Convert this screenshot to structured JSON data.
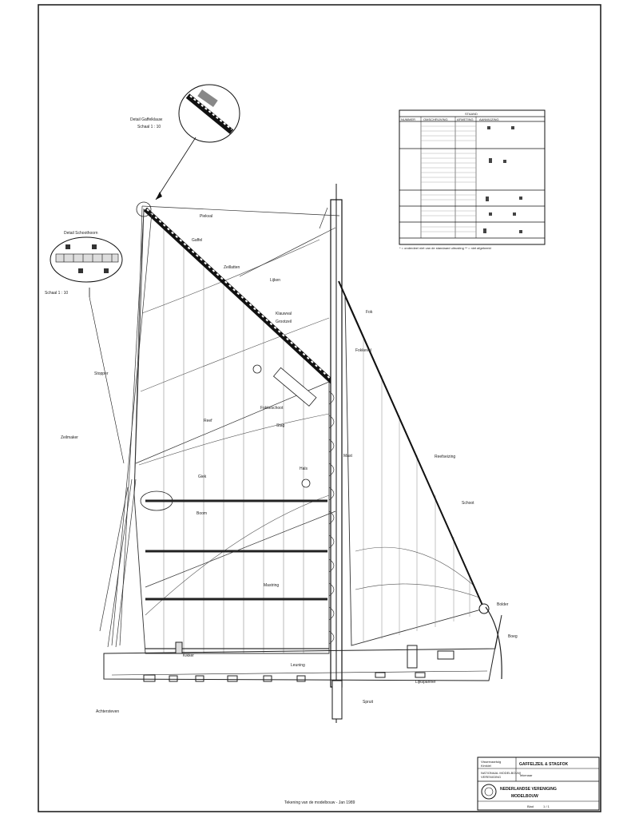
{
  "detail_top": {
    "title": "Detail Gaffelklauw",
    "scale": "Schaal 1 : 10"
  },
  "detail_left": {
    "title": "Detail Schoothoorn",
    "scale": "Schaal 1 : 10"
  },
  "legend_table": {
    "header": "STAAND",
    "columns": [
      "NUMMER",
      "OMSCHRIJVING",
      "AFMETING",
      "AANWIJZING"
    ],
    "footnote": "* = onderdeel niet van de standaard uitrusting ** = niet afgebeeld"
  },
  "labels": {
    "piekval": "Piekval",
    "gaffel": "Gaffel",
    "zeillatten": "Zeillatten",
    "lijken": "Lijken",
    "klauwval": "Klauwval",
    "grootzeil": "Grootzeil",
    "fok": "Fok",
    "fokkeval": "Fokkeval",
    "fokkeschoot": "Fokkeschoot",
    "stag": "Stag",
    "reef": "Reef",
    "reefseizing": "Reefseizing",
    "schoot": "Schoot",
    "mast": "Mast",
    "hals": "Hals",
    "giek": "Giek",
    "boom": "Boom",
    "zeilmaker": "Zeilmaker",
    "stopper": "Stopper",
    "boeg": "Boeg",
    "bolder": "Bolder",
    "achtersteven": "Achtersteven",
    "kikker": "Kikker",
    "leuning": "Leuning",
    "spruit": "Spruit",
    "mastring": "Mastring",
    "lijkspanner": "Lijkspanner"
  },
  "title_block": {
    "project_lines": [
      "Visservaartuig",
      "Kimkiel"
    ],
    "model_name": "GAFFELZEIL & STAGFOK",
    "org_left_lines": [
      "NATIONAAL MODELBOUW",
      "VERENIGING"
    ],
    "org_name": "NEDERLANDSE VERENIGING",
    "org_sub": "MODELBOUW",
    "drawn_label": "Tekenaar",
    "sheet_label": "Blad",
    "sheet_value": "1 / 1"
  },
  "footer_note": "Tekening van de modelbouw - Jan 1989"
}
